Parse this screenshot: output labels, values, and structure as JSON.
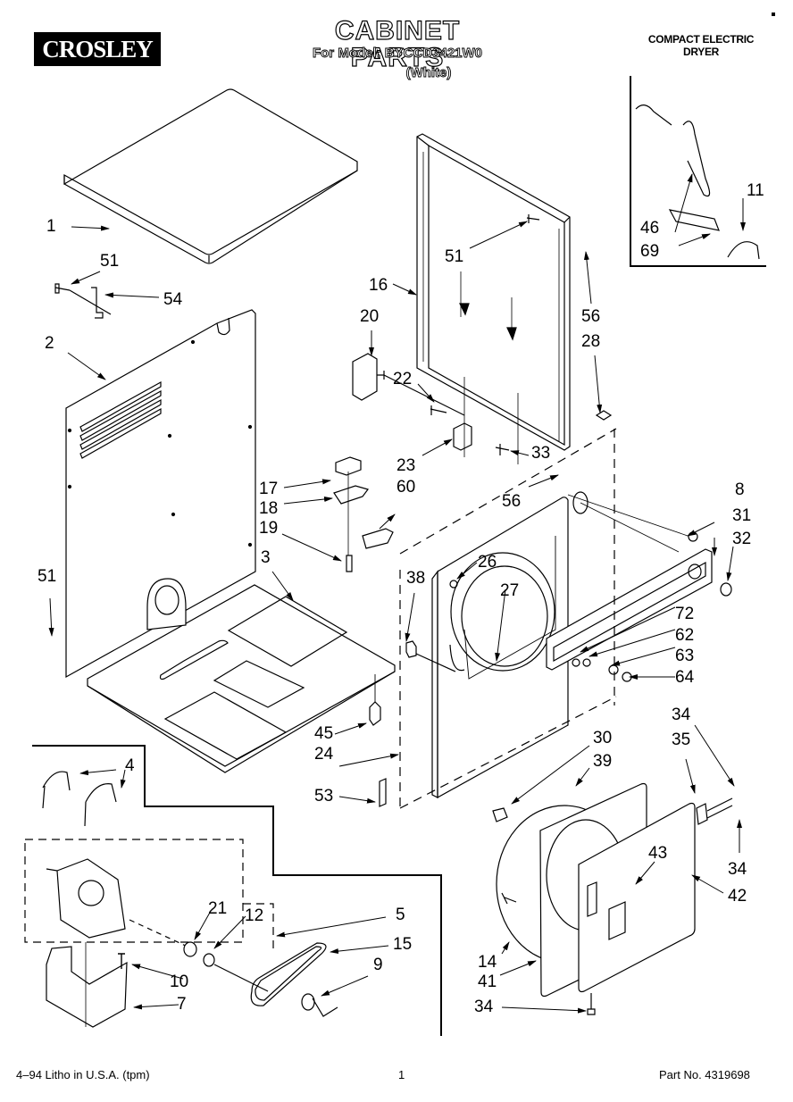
{
  "header": {
    "brand": "CROSLEY",
    "title": "CABINET PARTS",
    "model_line": "For Model: BYCCD3421W0",
    "variant": "(White)",
    "product_line1": "COMPACT ELECTRIC",
    "product_line2": "DRYER"
  },
  "footer": {
    "print_info": "4–94 Litho in U.S.A. (tpm)",
    "page_number": "1",
    "part_number": "Part No. 4319698"
  },
  "callouts": [
    {
      "id": "c1",
      "label": "1"
    },
    {
      "id": "c51a",
      "label": "51"
    },
    {
      "id": "c54",
      "label": "54"
    },
    {
      "id": "c2",
      "label": "2"
    },
    {
      "id": "c51b",
      "label": "51"
    },
    {
      "id": "c3",
      "label": "3"
    },
    {
      "id": "c17",
      "label": "17"
    },
    {
      "id": "c18",
      "label": "18"
    },
    {
      "id": "c19",
      "label": "19"
    },
    {
      "id": "c16",
      "label": "16"
    },
    {
      "id": "c20",
      "label": "20"
    },
    {
      "id": "c22",
      "label": "22"
    },
    {
      "id": "c23",
      "label": "23"
    },
    {
      "id": "c60",
      "label": "60"
    },
    {
      "id": "c51c",
      "label": "51"
    },
    {
      "id": "c33",
      "label": "33"
    },
    {
      "id": "c56a",
      "label": "56"
    },
    {
      "id": "c28",
      "label": "28"
    },
    {
      "id": "c56b",
      "label": "56"
    },
    {
      "id": "c8",
      "label": "8"
    },
    {
      "id": "c31",
      "label": "31"
    },
    {
      "id": "c32",
      "label": "32"
    },
    {
      "id": "c38",
      "label": "38"
    },
    {
      "id": "c26",
      "label": "26"
    },
    {
      "id": "c27",
      "label": "27"
    },
    {
      "id": "c72",
      "label": "72"
    },
    {
      "id": "c62",
      "label": "62"
    },
    {
      "id": "c63",
      "label": "63"
    },
    {
      "id": "c64",
      "label": "64"
    },
    {
      "id": "c45",
      "label": "45"
    },
    {
      "id": "c24",
      "label": "24"
    },
    {
      "id": "c53",
      "label": "53"
    },
    {
      "id": "c30",
      "label": "30"
    },
    {
      "id": "c39",
      "label": "39"
    },
    {
      "id": "c34a",
      "label": "34"
    },
    {
      "id": "c35",
      "label": "35"
    },
    {
      "id": "c34b",
      "label": "34"
    },
    {
      "id": "c42",
      "label": "42"
    },
    {
      "id": "c43",
      "label": "43"
    },
    {
      "id": "c14",
      "label": "14"
    },
    {
      "id": "c41",
      "label": "41"
    },
    {
      "id": "c34c",
      "label": "34"
    },
    {
      "id": "c4",
      "label": "4"
    },
    {
      "id": "c21",
      "label": "21"
    },
    {
      "id": "c12",
      "label": "12"
    },
    {
      "id": "c5",
      "label": "5"
    },
    {
      "id": "c15",
      "label": "15"
    },
    {
      "id": "c10",
      "label": "10"
    },
    {
      "id": "c9",
      "label": "9"
    },
    {
      "id": "c7",
      "label": "7"
    },
    {
      "id": "c46",
      "label": "46"
    },
    {
      "id": "c69",
      "label": "69"
    },
    {
      "id": "c11",
      "label": "11"
    }
  ]
}
